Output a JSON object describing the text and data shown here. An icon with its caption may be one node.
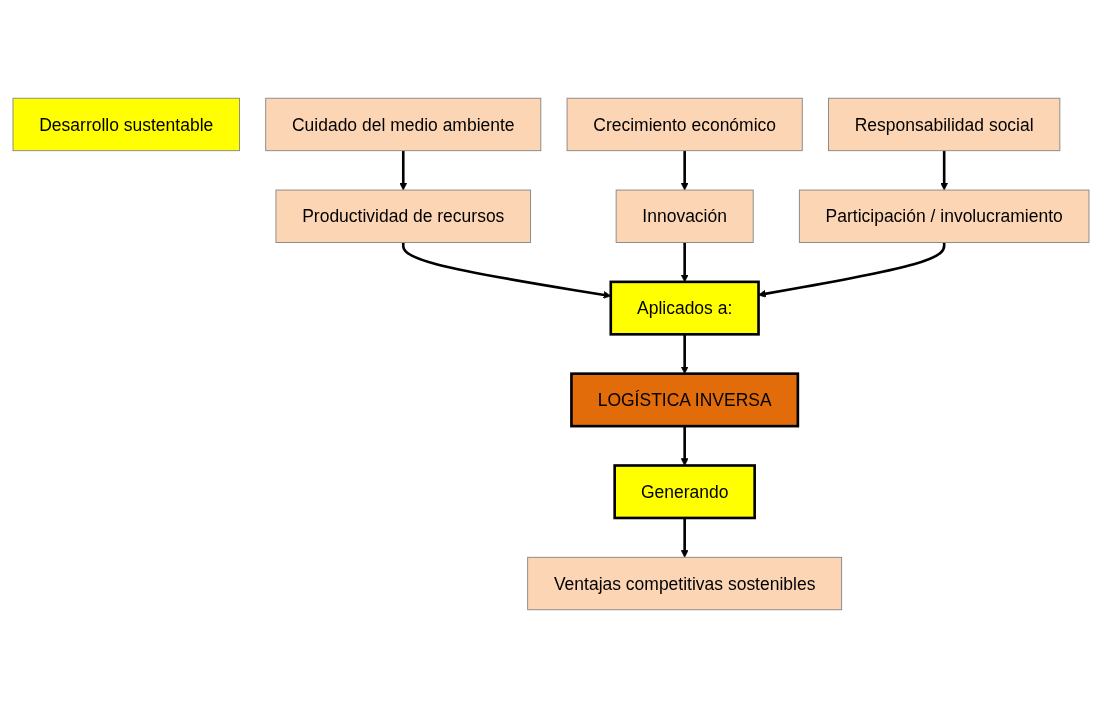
{
  "diagram": {
    "nodes": [
      {
        "text": [
          "Desarrollo sustentable"
        ]
      },
      {
        "text": [
          "Cuidado del medio ambiente"
        ]
      },
      {
        "text": [
          "Crecimiento económico"
        ]
      },
      {
        "text": [
          "Responsabilidad social"
        ]
      },
      {
        "text": [
          "Productividad de recursos"
        ]
      },
      {
        "text": [
          "Innovación"
        ]
      },
      {
        "text": [
          "Participación / involucramiento"
        ]
      },
      {
        "text": [
          "Aplicados a:"
        ]
      },
      {
        "text": [
          "LOGÍSTICA INVERSA"
        ]
      },
      {
        "text": [
          "Generando"
        ]
      },
      {
        "text": [
          "Ventajas competitivas sostenibles"
        ]
      }
    ],
    "edges": [
      {
        "from": 1,
        "to": 4,
        "arrow": "to"
      },
      {
        "from": 2,
        "to": 5,
        "arrow": "to"
      },
      {
        "from": 3,
        "to": 6,
        "arrow": "to"
      },
      {
        "from": 4,
        "to": 7,
        "arrow": "to"
      },
      {
        "from": 5,
        "to": 7,
        "arrow": "to"
      },
      {
        "from": 6,
        "to": 7,
        "arrow": "to"
      },
      {
        "from": 7,
        "to": 8,
        "arrow": "to"
      },
      {
        "from": 8,
        "to": 9,
        "arrow": "to"
      },
      {
        "from": 9,
        "to": 10,
        "arrow": "to"
      }
    ]
  }
}
